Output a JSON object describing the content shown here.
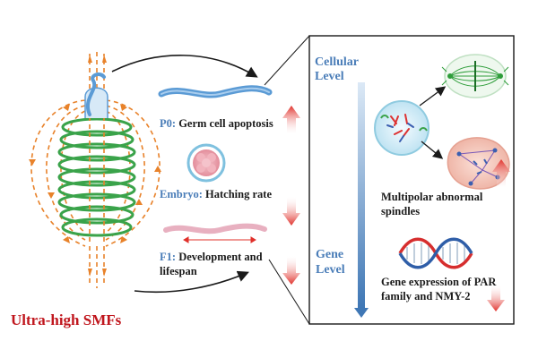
{
  "title": "Ultra-high SMFs",
  "items": {
    "p0": {
      "prefix": "P0:",
      "text": "Germ cell apoptosis",
      "trend": "up"
    },
    "embryo": {
      "prefix": "Embryo:",
      "text": "Hatching rate",
      "trend": "down"
    },
    "f1": {
      "prefix": "F1:",
      "text": "Development and",
      "text2": "lifespan",
      "trend": "down"
    }
  },
  "panel": {
    "cellular_label_1": "Cellular",
    "cellular_label_2": "Level",
    "gene_label_1": "Gene",
    "gene_label_2": "Level",
    "spindle_text_1": "Multipolar abnormal",
    "spindle_text_2": "spindles",
    "spindle_trend": "up",
    "gene_text_1": "Gene expression of PAR",
    "gene_text_2": "family and NMY-2",
    "gene_trend": "down"
  },
  "colors": {
    "field_lines": "#e8822a",
    "coil": "#3aa34a",
    "worm": "#5b9bd5",
    "embryo": "#e9a6b0",
    "f1_worm": "#e8b0c0",
    "arrow_red": "#e0302a",
    "label_blue": "#4a7db8",
    "title_red": "#c0161d"
  }
}
